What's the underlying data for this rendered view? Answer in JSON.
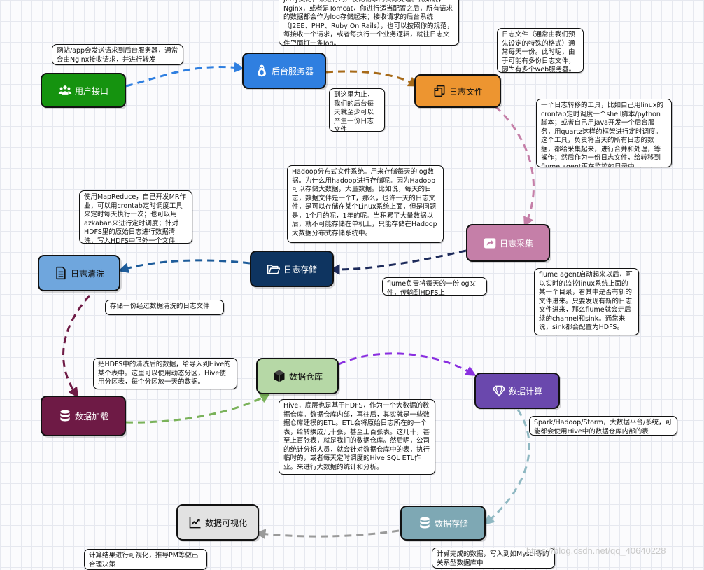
{
  "nodes": {
    "user_api": "用户接口",
    "backend": "后台服务器",
    "log_file": "日志文件",
    "log_collect": "日志采集",
    "log_storage": "日志存储",
    "log_clean": "日志清洗",
    "data_load": "数据加载",
    "warehouse": "数据仓库",
    "compute": "数据计算",
    "data_store": "数据存储",
    "visualize": "数据可视化"
  },
  "notes": {
    "backend_top": "Jetty类的，来进行用户发的请求的实际处理。比如说，Nginx，或者是Tomcat，你进行适当配置之后，所有请求的数据都会作为log存储起来；接收请求的后台系统（J2EE、PHP、Ruby On Rails），也可以按照你的规范，每接收一个请求，或者每执行一个业务逻辑，就往日志文件里面打一条log。",
    "user_api": "网站/app会发送请求到后台服务器，通常会由Nginx接收请求，并进行转发",
    "log_file_desc": "日志文件（通常由我们预先设定的特殊的格式）通常每天一份。此时呢，由于可能有多份日志文件，因为有多个web服务器。",
    "daily_log": "到这里为止，我们的后台每天就至少可以产生一份日志文件",
    "collect_tool": "一个日志转移的工具，比如自己用linux的crontab定时调度一个shell脚本/python脚本；或者自己用java开发一个后台服务，用quartz这样的框架进行定时调度。这个工具，负责将当天的所有日志的数据，都给采集起来，进行合并和处理，等操作；然后作为一份日志文件，给转移到flume agent正在监控的目录中。",
    "hdfs_desc": "Hadoop分布式文件系统。用来存储每天的log数据。为什么用hadoop进行存储呢。因为Hadoop可以存储大数据，大量数据。比如说，每天的日志，数据文件是一个T，那么，也许一天的日志文件，是可以存储在某个Linux系统上面，但是问题是，1个月的呢，1年的呢。当积累了大量数据以后，就不可能存储在单机上，只能存储在Hadoop大数据分布式存储系统中。",
    "mapreduce": "使用MapReduce，自己开发MR作业，可以用crontab定时调度工具来定时每天执行一次；也可以用azkaban来进行定时调度；针对HDFS里的原始日志进行数据清洗，写入HDFS中另外一个文件",
    "flume_hdfs": "flume负责将每天的一份log文件，传输到HDFS上",
    "flume_agent": "flume agent启动起来以后，可以实时的监控linux系统上面的某一个目录，看其中是否有新的文件进来。只要发现有新的日志文件进来，那么flume就会走后续的channel和sink。通常来说，sink都会配置为HDFS。",
    "cleaned_file": "存储一份经过数据清洗的日志文件",
    "hive_load": "把HDFS中的清洗后的数据，给导入到Hive的某个表中。这里可以使用动态分区，Hive使用分区表，每个分区放一天的数据。",
    "hive_warehouse": "Hive，底层也是基于HDFS，作为一个大数据的数据仓库。数据仓库内部，再往后，其实就是一些数据仓库建模的ETL。ETL会将原始日志所在的一个表，给转换成几十张，甚至上百张表。这几十，甚至上百张表，就是我们的数据仓库。然后呢，公司的统计分析人员，就会针对数据仓库中的表，执行临时的，或者每天定时调度的Hive SQL ETL作业。来进行大数据的统计和分析。",
    "spark": "Spark/Hadoop/Storm，大数据平台/系统，可能都会使用Hive中的数据仓库内部的表",
    "visualize_note": "计算结果进行可视化，推导PM等做出合理决策",
    "store_note": "计算完成的数据，写入到如Mysql等的关系型数据库中"
  },
  "watermark": "https://blog.csdn.net/qq_40640228",
  "colors": {
    "user_api": "#15930f",
    "backend": "#2f7fe0",
    "log_file": "#ed9530",
    "log_collect": "#c57fa8",
    "log_storage": "#0e3460",
    "log_clean": "#6fa6dd",
    "data_load": "#6e1a45",
    "warehouse": "#b6d8a6",
    "compute": "#6a48ad",
    "data_store": "#7ea8b4",
    "visualize": "#e2e2e2"
  },
  "icons": {
    "user_api": "users-icon",
    "backend": "linux-penguin-icon",
    "log_file": "copy-files-icon",
    "log_collect": "share-arrow-icon",
    "log_storage": "folder-open-icon",
    "log_clean": "document-icon",
    "data_load": "database-icon",
    "warehouse": "cube-icon",
    "compute": "diamond-icon",
    "data_store": "database-icon",
    "visualize": "line-chart-icon"
  }
}
